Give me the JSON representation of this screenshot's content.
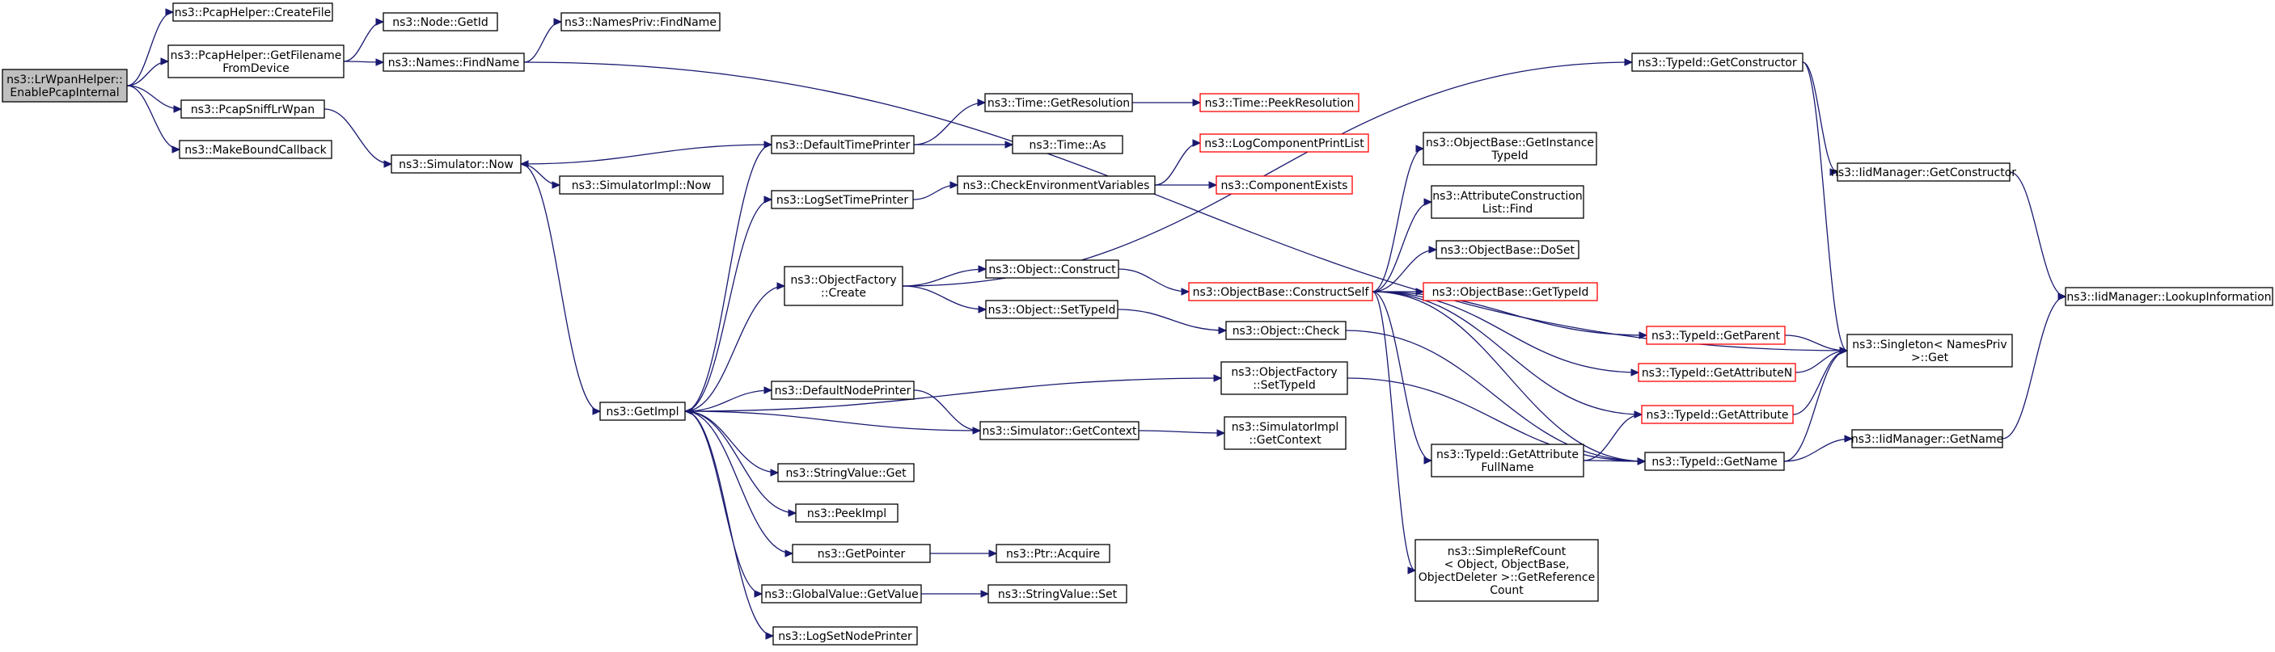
{
  "colors": {
    "edge": "#191970",
    "node_border": "#000000",
    "incomplete_border": "#ff0000",
    "root_fill": "#bfbfbf"
  },
  "nodes": {
    "root": {
      "lines": [
        "ns3::LrWpanHelper::",
        "EnablePcapInternal"
      ]
    },
    "create_file": {
      "lines": [
        "ns3::PcapHelper::CreateFile"
      ]
    },
    "get_filename": {
      "lines": [
        "ns3::PcapHelper::GetFilename",
        "FromDevice"
      ]
    },
    "pcap_sniff": {
      "lines": [
        "ns3::PcapSniffLrWpan"
      ]
    },
    "make_bound_cb": {
      "lines": [
        "ns3::MakeBoundCallback"
      ]
    },
    "node_getid": {
      "lines": [
        "ns3::Node::GetId"
      ]
    },
    "names_find": {
      "lines": [
        "ns3::Names::FindName"
      ]
    },
    "namespriv_find": {
      "lines": [
        "ns3::NamesPriv::FindName"
      ]
    },
    "sim_now": {
      "lines": [
        "ns3::Simulator::Now"
      ]
    },
    "simimpl_now": {
      "lines": [
        "ns3::SimulatorImpl::Now"
      ]
    },
    "get_impl": {
      "lines": [
        "ns3::GetImpl"
      ]
    },
    "default_time_printer": {
      "lines": [
        "ns3::DefaultTimePrinter"
      ]
    },
    "time_get_res": {
      "lines": [
        "ns3::Time::GetResolution"
      ]
    },
    "time_peek_res": {
      "lines": [
        "ns3::Time::PeekResolution"
      ]
    },
    "time_as": {
      "lines": [
        "ns3::Time::As"
      ]
    },
    "log_set_time": {
      "lines": [
        "ns3::LogSetTimePrinter"
      ]
    },
    "check_env": {
      "lines": [
        "ns3::CheckEnvironmentVariables"
      ]
    },
    "log_comp_print": {
      "lines": [
        "ns3::LogComponentPrintList"
      ]
    },
    "comp_exists": {
      "lines": [
        "ns3::ComponentExists"
      ]
    },
    "obj_factory_create": {
      "lines": [
        "ns3::ObjectFactory",
        "::Create"
      ]
    },
    "obj_construct": {
      "lines": [
        "ns3::Object::Construct"
      ]
    },
    "obj_set_typeid": {
      "lines": [
        "ns3::Object::SetTypeId"
      ]
    },
    "objbase_construct_self": {
      "lines": [
        "ns3::ObjectBase::ConstructSelf"
      ]
    },
    "obj_check": {
      "lines": [
        "ns3::Object::Check"
      ]
    },
    "obj_factory_set_typeid": {
      "lines": [
        "ns3::ObjectFactory",
        "::SetTypeId"
      ]
    },
    "default_node_printer": {
      "lines": [
        "ns3::DefaultNodePrinter"
      ]
    },
    "sim_get_context": {
      "lines": [
        "ns3::Simulator::GetContext"
      ]
    },
    "simimpl_get_context": {
      "lines": [
        "ns3::SimulatorImpl",
        "::GetContext"
      ]
    },
    "stringvalue_get": {
      "lines": [
        "ns3::StringValue::Get"
      ]
    },
    "peek_impl": {
      "lines": [
        "ns3::PeekImpl"
      ]
    },
    "get_pointer": {
      "lines": [
        "ns3::GetPointer"
      ]
    },
    "ptr_acquire": {
      "lines": [
        "ns3::Ptr::Acquire"
      ]
    },
    "globalvalue_get": {
      "lines": [
        "ns3::GlobalValue::GetValue"
      ]
    },
    "stringvalue_set": {
      "lines": [
        "ns3::StringValue::Set"
      ]
    },
    "log_set_node": {
      "lines": [
        "ns3::LogSetNodePrinter"
      ]
    },
    "typeid_get_constructor": {
      "lines": [
        "ns3::TypeId::GetConstructor"
      ]
    },
    "objbase_get_instance_typeid": {
      "lines": [
        "ns3::ObjectBase::GetInstance",
        "TypeId"
      ]
    },
    "attr_construction_find": {
      "lines": [
        "ns3::AttributeConstruction",
        "List::Find"
      ]
    },
    "objbase_doset": {
      "lines": [
        "ns3::ObjectBase::DoSet"
      ]
    },
    "objbase_get_typeid": {
      "lines": [
        "ns3::ObjectBase::GetTypeId"
      ]
    },
    "typeid_get_parent": {
      "lines": [
        "ns3::TypeId::GetParent"
      ]
    },
    "typeid_get_attribute_n": {
      "lines": [
        "ns3::TypeId::GetAttributeN"
      ]
    },
    "typeid_get_attribute": {
      "lines": [
        "ns3::TypeId::GetAttribute"
      ]
    },
    "typeid_get_attr_fullname": {
      "lines": [
        "ns3::TypeId::GetAttribute",
        "FullName"
      ]
    },
    "typeid_get_name": {
      "lines": [
        "ns3::TypeId::GetName"
      ]
    },
    "simple_ref_count": {
      "lines": [
        "ns3::SimpleRefCount",
        "< Object, ObjectBase,",
        "ObjectDeleter >::GetReference",
        "Count"
      ]
    },
    "iidmanager_get_constructor": {
      "lines": [
        "ns3::IidManager::GetConstructor"
      ]
    },
    "singleton_get": {
      "lines": [
        "ns3::Singleton< NamesPriv",
        " >::Get"
      ]
    },
    "iidmanager_get_name": {
      "lines": [
        "ns3::IidManager::GetName"
      ]
    },
    "iidmanager_lookup": {
      "lines": [
        "ns3::IidManager::LookupInformation"
      ]
    }
  }
}
